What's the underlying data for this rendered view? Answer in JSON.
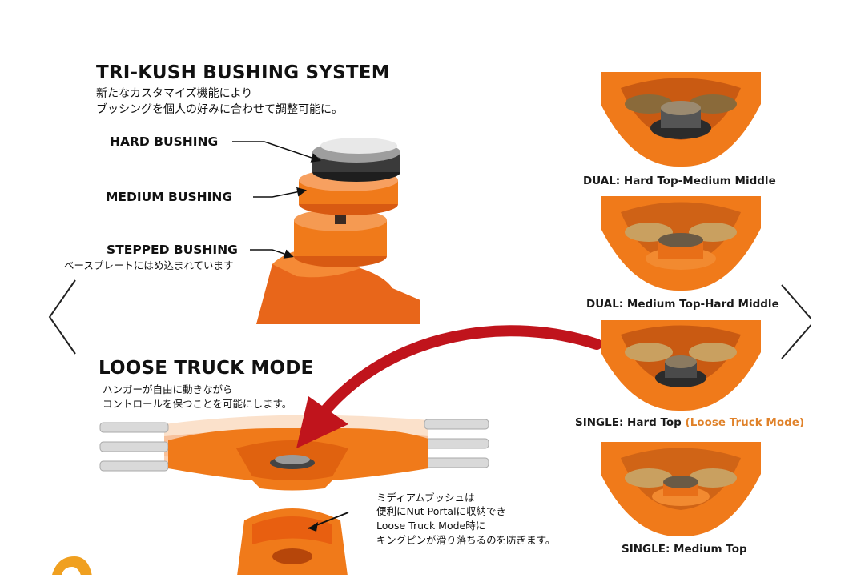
{
  "carousel": {
    "prev_icon": "chevron-left-icon",
    "next_icon": "chevron-right-icon"
  },
  "bushing_system": {
    "title": "TRI-KUSH BUSHING SYSTEM",
    "desc_line1": "新たなカスタマイズ機能により",
    "desc_line2": "ブッシングを個人の好みに合わせて調整可能に。",
    "hard_label": "HARD BUSHING",
    "medium_label": "MEDIUM BUSHING",
    "stepped_label": "STEPPED BUSHING",
    "stepped_note": "ベースプレートにはめ込まれています"
  },
  "loose_mode": {
    "title": "LOOSE TRUCK MODE",
    "desc_line1": "ハンガーが自由に動きながら",
    "desc_line2": "コントロールを保つことを可能にします。",
    "portal_line1": "ミディアムブッシュは",
    "portal_line2": "便利にNut Portalに収納でき",
    "portal_line3": "Loose Truck Mode時に",
    "portal_line4": "キングピンが滑り落ちるのを防ぎます。"
  },
  "configs": [
    {
      "caption": "DUAL: Hard Top-Medium Middle"
    },
    {
      "caption": "DUAL: Medium Top-Hard Middle"
    },
    {
      "caption_main": "SINGLE: Hard Top ",
      "caption_accent": "(Loose Truck Mode)"
    },
    {
      "caption": "SINGLE: Medium Top"
    }
  ],
  "colors": {
    "orange": "#f07a1a",
    "orange_dark": "#c9540a",
    "accent_text": "#e0822a",
    "arrow_red": "#c0141c"
  }
}
